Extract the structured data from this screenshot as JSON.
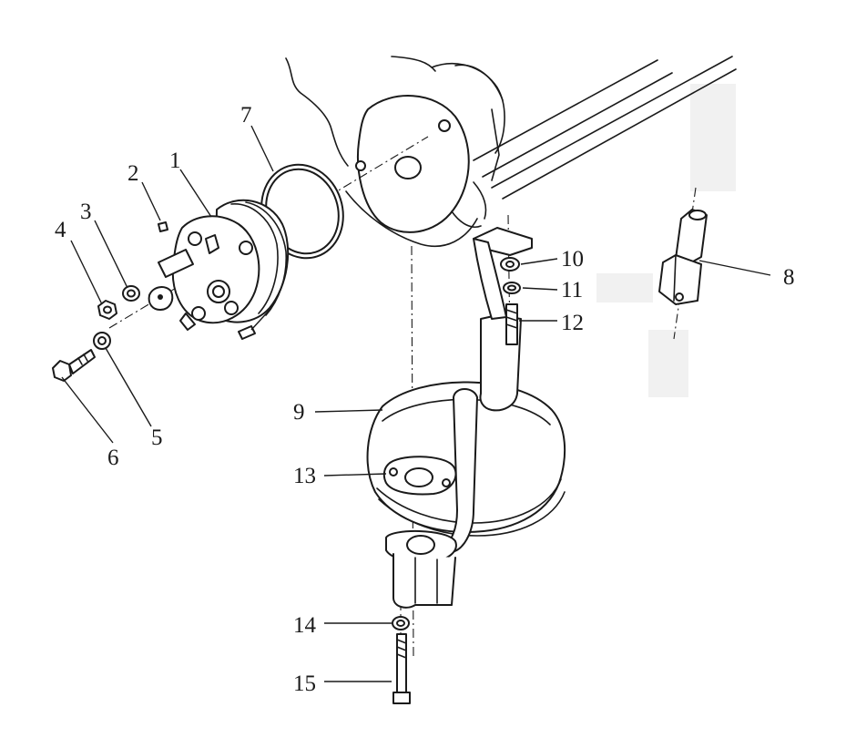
{
  "callouts": [
    {
      "id": "1",
      "text": "1"
    },
    {
      "id": "2",
      "text": "2"
    },
    {
      "id": "3",
      "text": "3"
    },
    {
      "id": "4",
      "text": "4"
    },
    {
      "id": "5",
      "text": "5"
    },
    {
      "id": "6",
      "text": "6"
    },
    {
      "id": "7",
      "text": "7"
    },
    {
      "id": "8",
      "text": "8"
    },
    {
      "id": "9",
      "text": "9"
    },
    {
      "id": "10",
      "text": "10"
    },
    {
      "id": "11",
      "text": "11"
    },
    {
      "id": "12",
      "text": "12"
    },
    {
      "id": "13",
      "text": "13"
    },
    {
      "id": "14",
      "text": "14"
    },
    {
      "id": "15",
      "text": "15"
    }
  ],
  "colors": {
    "ink": "#1a1a1a",
    "paper": "#ffffff",
    "smudge": "#f1f1f1"
  }
}
